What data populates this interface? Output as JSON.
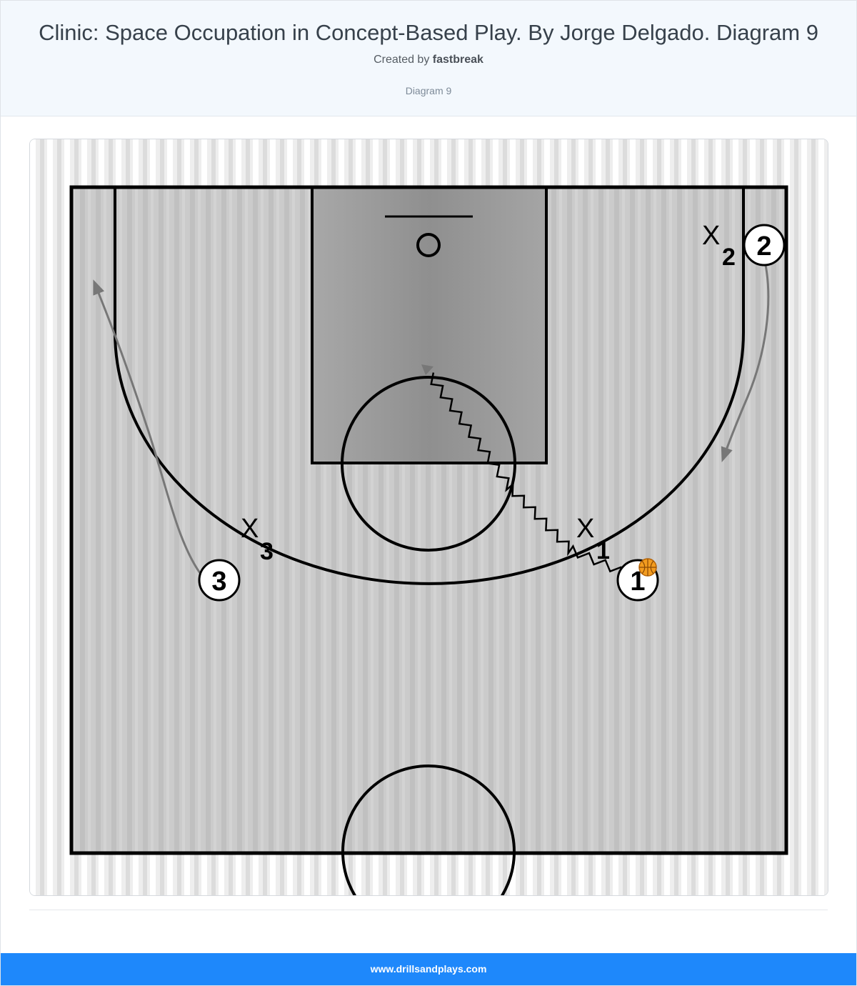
{
  "header": {
    "title": "Clinic: Space Occupation in Concept-Based Play. By Jorge Delgado. Diagram 9",
    "created_prefix": "Created by",
    "author": "fastbreak",
    "subtitle": "Diagram 9"
  },
  "diagram": {
    "offense_players": [
      {
        "id": "1",
        "label": "1",
        "has_ball": true
      },
      {
        "id": "2",
        "label": "2",
        "has_ball": false
      },
      {
        "id": "3",
        "label": "3",
        "has_ball": false
      }
    ],
    "defenders": [
      {
        "id": "x1",
        "label": "X",
        "sub": "1"
      },
      {
        "id": "x2",
        "label": "X",
        "sub": "2"
      },
      {
        "id": "x3",
        "label": "X",
        "sub": "3"
      }
    ],
    "actions": [
      {
        "player": "1",
        "type": "dribble",
        "to": "lane"
      },
      {
        "player": "2",
        "type": "cut",
        "to": "wing"
      },
      {
        "player": "3",
        "type": "cut",
        "to": "corner"
      }
    ],
    "colors": {
      "court_floor": "#c8c8c8",
      "paint": "#9c9c9c",
      "lines": "#000000",
      "arrows": "#777777",
      "ball": "#f39c1f"
    }
  },
  "footer": {
    "site": "www.drillsandplays.com"
  }
}
